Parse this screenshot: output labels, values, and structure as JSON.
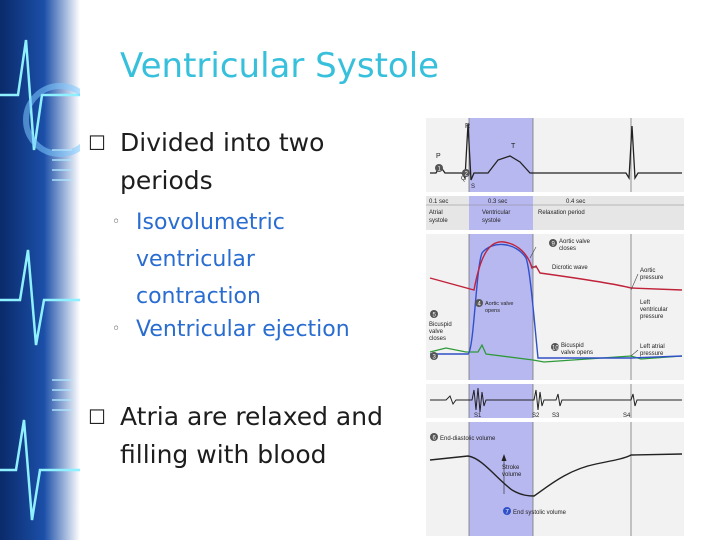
{
  "slide": {
    "title": "Ventricular Systole",
    "bullets": [
      {
        "marker": "☐",
        "text": "Divided into two periods"
      },
      {
        "marker": "☐",
        "text": "Atria are relaxed and filling with blood"
      }
    ],
    "subbullets": [
      {
        "marker": "◦",
        "text": "Isovolumetric ventricular contraction"
      },
      {
        "marker": "◦",
        "text": "Ventricular ejection"
      }
    ]
  },
  "figure": {
    "ecg": {
      "p": "P",
      "r": "R",
      "t": "T",
      "q": "Q",
      "s": "S",
      "n1": "1",
      "n2": "2"
    },
    "timing": {
      "t1": "0.1 sec",
      "t2": "0.3 sec",
      "t3": "0.4 sec",
      "l1a": "Atrial",
      "l1b": "systole",
      "l2a": "Ventricular",
      "l2b": "systole",
      "l3": "Relaxation period"
    },
    "pressure": {
      "aortic_valve_closes_a": "Aortic valve",
      "aortic_valve_closes_b": "closes",
      "n9": "9",
      "dicrotic_wave": "Dicrotic wave",
      "aortic_pressure_a": "Aortic",
      "aortic_pressure_b": "pressure",
      "lvp_a": "Left",
      "lvp_b": "ventricular",
      "lvp_c": "pressure",
      "lap_a": "Left atrial",
      "lap_b": "pressure",
      "aortic_valve_opens_a": "Aortic valve",
      "aortic_valve_opens_b": "opens",
      "n4": "4",
      "bicuspid_closes_a": "Bicuspid",
      "bicuspid_closes_b": "valve",
      "bicuspid_closes_c": "closes",
      "n5": "5",
      "bicuspid_opens_a": "Bicuspid",
      "bicuspid_opens_b": "valve opens",
      "n10": "10",
      "n3": "3"
    },
    "sounds": {
      "s1": "S1",
      "s2": "S2",
      "s3": "S3",
      "s4": "S4"
    },
    "volume": {
      "edv": "End-diastolic volume",
      "n6": "6",
      "sv_a": "Stroke",
      "sv_b": "volume",
      "esv": "End systolic volume",
      "n7": "7"
    }
  },
  "colors": {
    "title": "#37c0dc",
    "subbullet": "#2a6dd1",
    "systole_band": "#b8b8f0",
    "aortic": "#c0223a",
    "lvp": "#3050c8",
    "lap": "#2f9a3a"
  }
}
